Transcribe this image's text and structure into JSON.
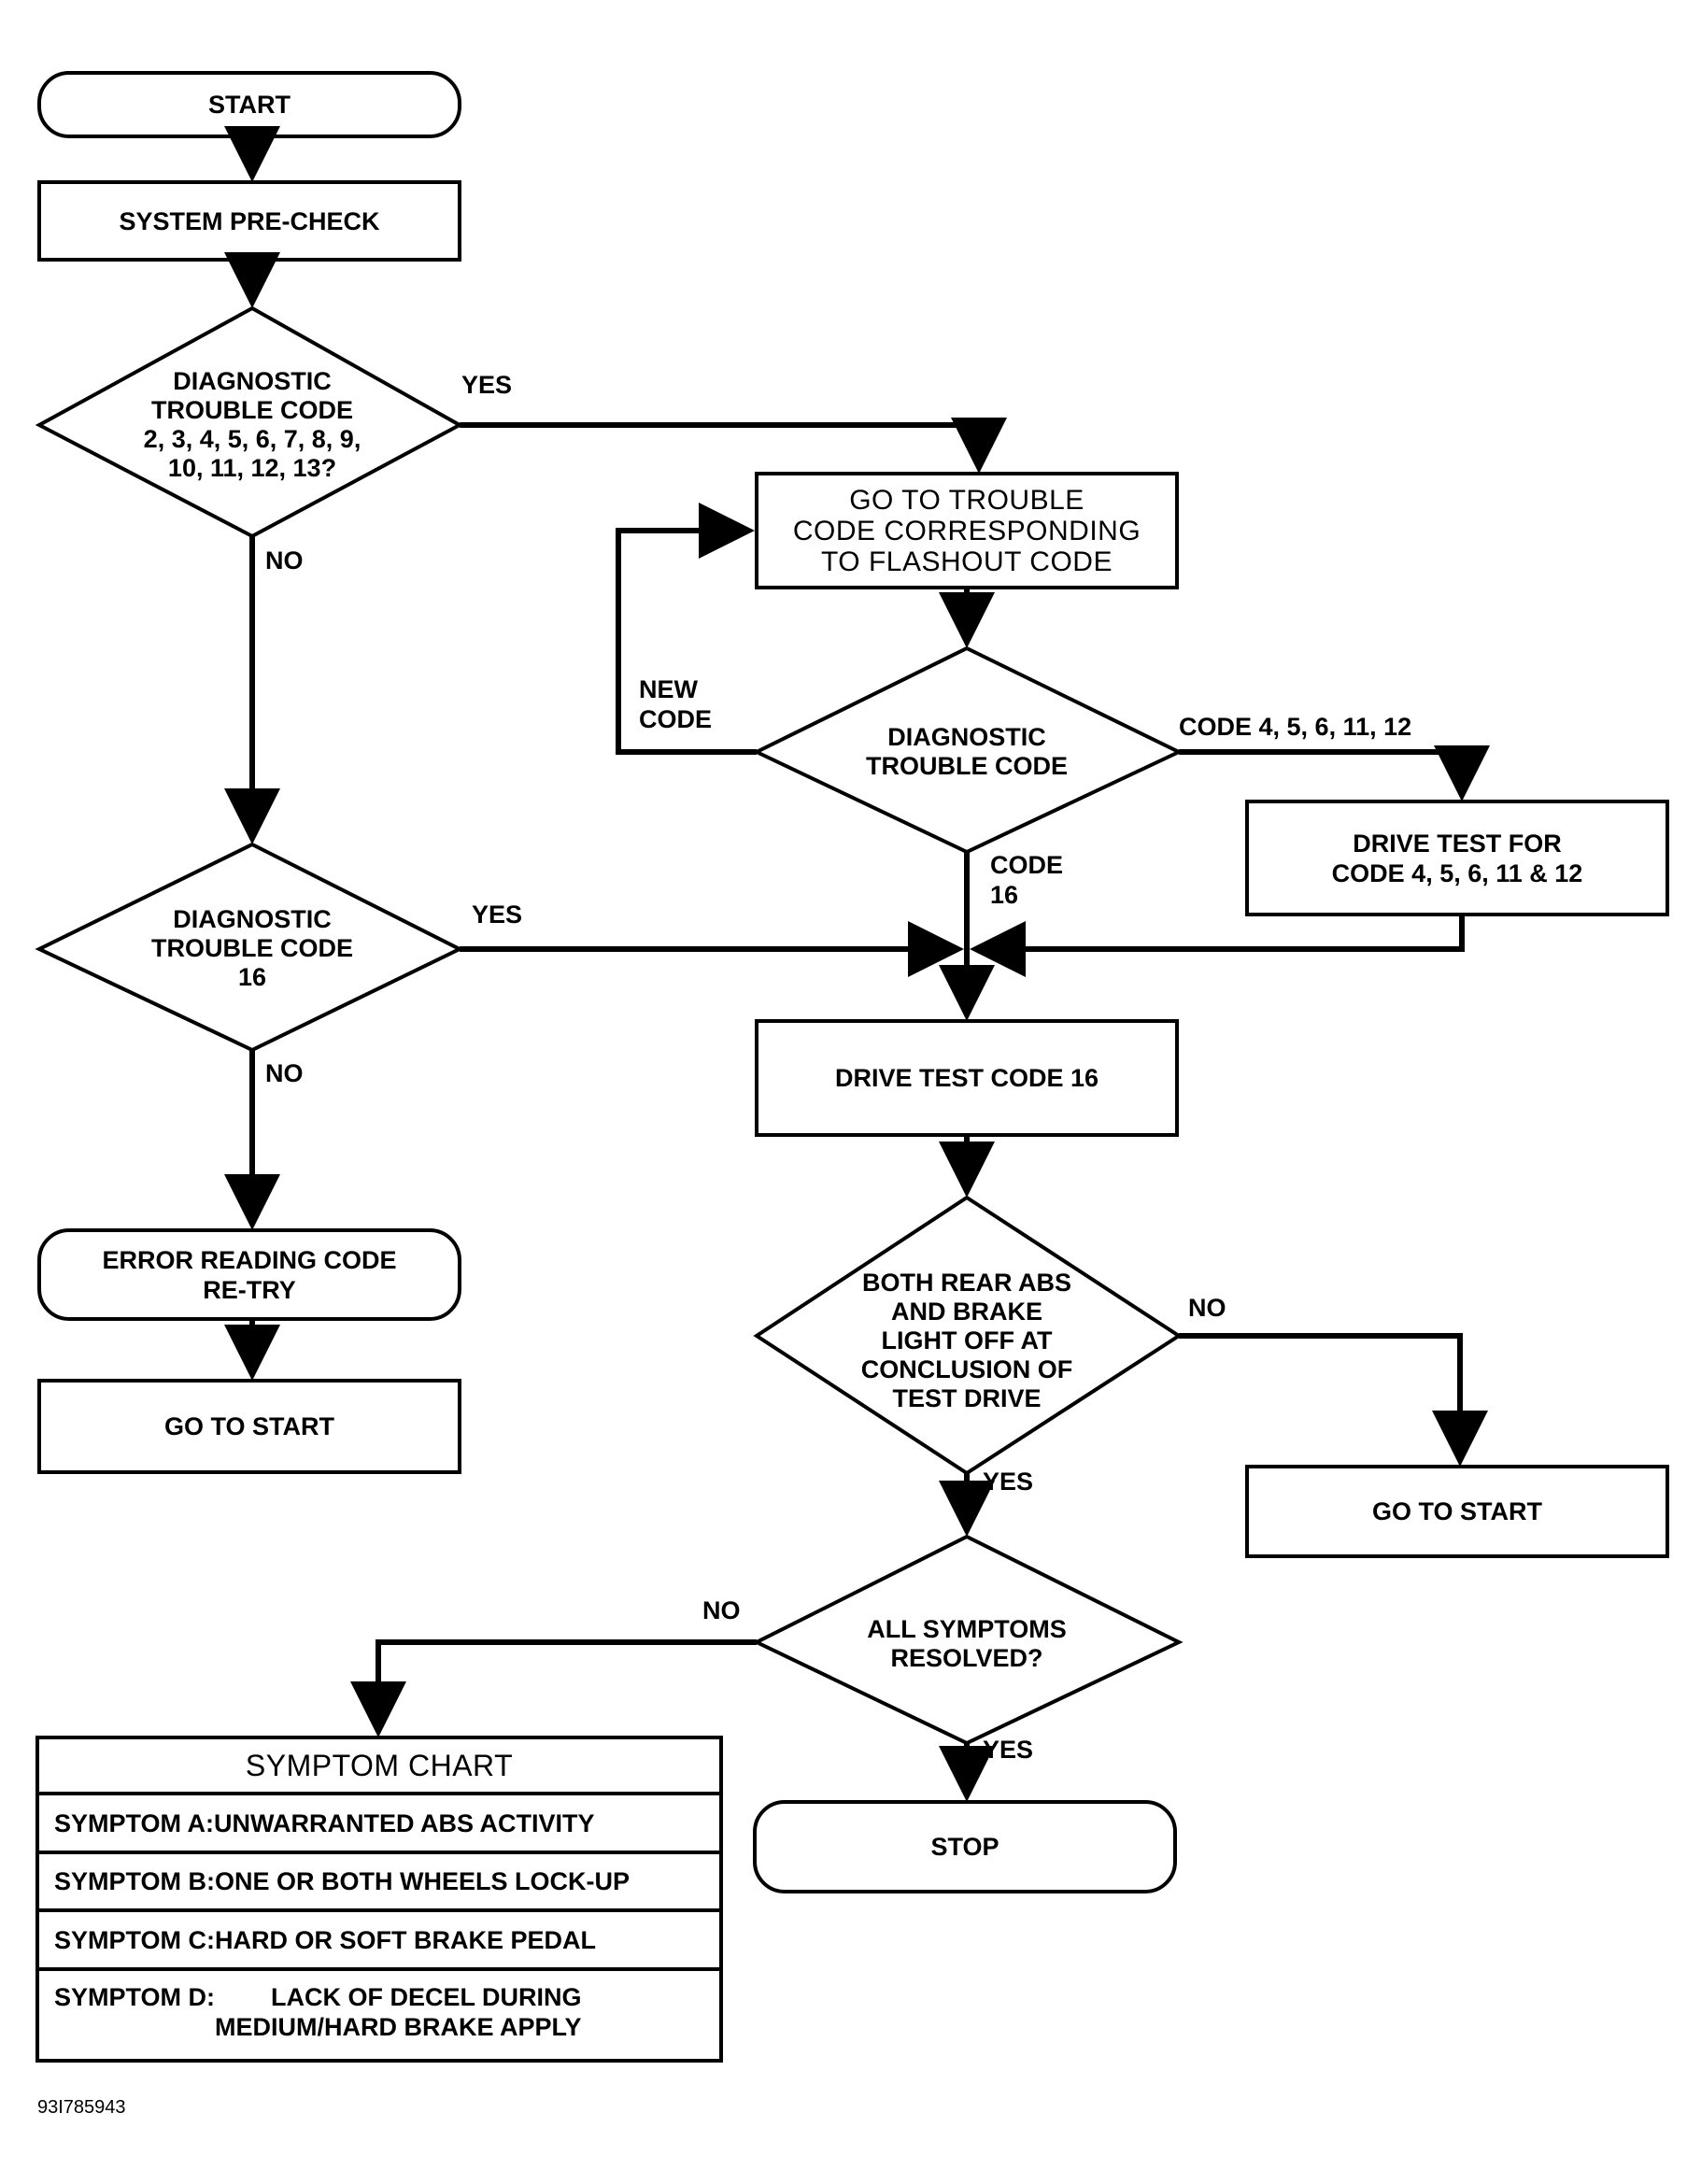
{
  "nodes": {
    "start": "START",
    "precheck": "SYSTEM PRE-CHECK",
    "decision_codes": "DIAGNOSTIC\nTROUBLE CODE\n2, 3, 4, 5, 6, 7, 8, 9,\n10, 11, 12, 13?",
    "goto_trouble": "GO TO TROUBLE\nCODE CORRESPONDING\nTO FLASHOUT CODE",
    "decision_dtc": "DIAGNOSTIC\nTROUBLE CODE",
    "drive_test_codes": "DRIVE TEST FOR\nCODE 4, 5, 6, 11 & 12",
    "decision_16": "DIAGNOSTIC\nTROUBLE CODE\n16",
    "drive_test_16": "DRIVE TEST CODE 16",
    "error_reading": "ERROR READING CODE\nRE-TRY",
    "goto_start_left": "GO TO START",
    "decision_lights": "BOTH REAR ABS\nAND BRAKE\nLIGHT OFF AT\nCONCLUSION OF\nTEST DRIVE",
    "goto_start_right": "GO TO START",
    "decision_resolved": "ALL SYMPTOMS\nRESOLVED?",
    "stop": "STOP"
  },
  "labels": {
    "yes_codes": "YES",
    "no_codes": "NO",
    "new_code": "NEW\nCODE",
    "code_list": "CODE 4, 5, 6, 11, 12",
    "code_16": "CODE\n16",
    "yes_16": "YES",
    "no_16": "NO",
    "no_lights": "NO",
    "yes_lights": "YES",
    "no_resolved": "NO",
    "yes_resolved": "YES"
  },
  "symptom_chart": {
    "title": "SYMPTOM CHART",
    "rows": [
      {
        "key": "SYMPTOM A: ",
        "value": "UNWARRANTED ABS ACTIVITY"
      },
      {
        "key": "SYMPTOM B: ",
        "value": "ONE OR BOTH WHEELS LOCK-UP"
      },
      {
        "key": "SYMPTOM C: ",
        "value": "HARD OR SOFT BRAKE PEDAL"
      },
      {
        "key": "SYMPTOM D: ",
        "value": "LACK OF DECEL DURING\nMEDIUM/HARD BRAKE APPLY"
      }
    ]
  },
  "figure_id": "93I785943"
}
